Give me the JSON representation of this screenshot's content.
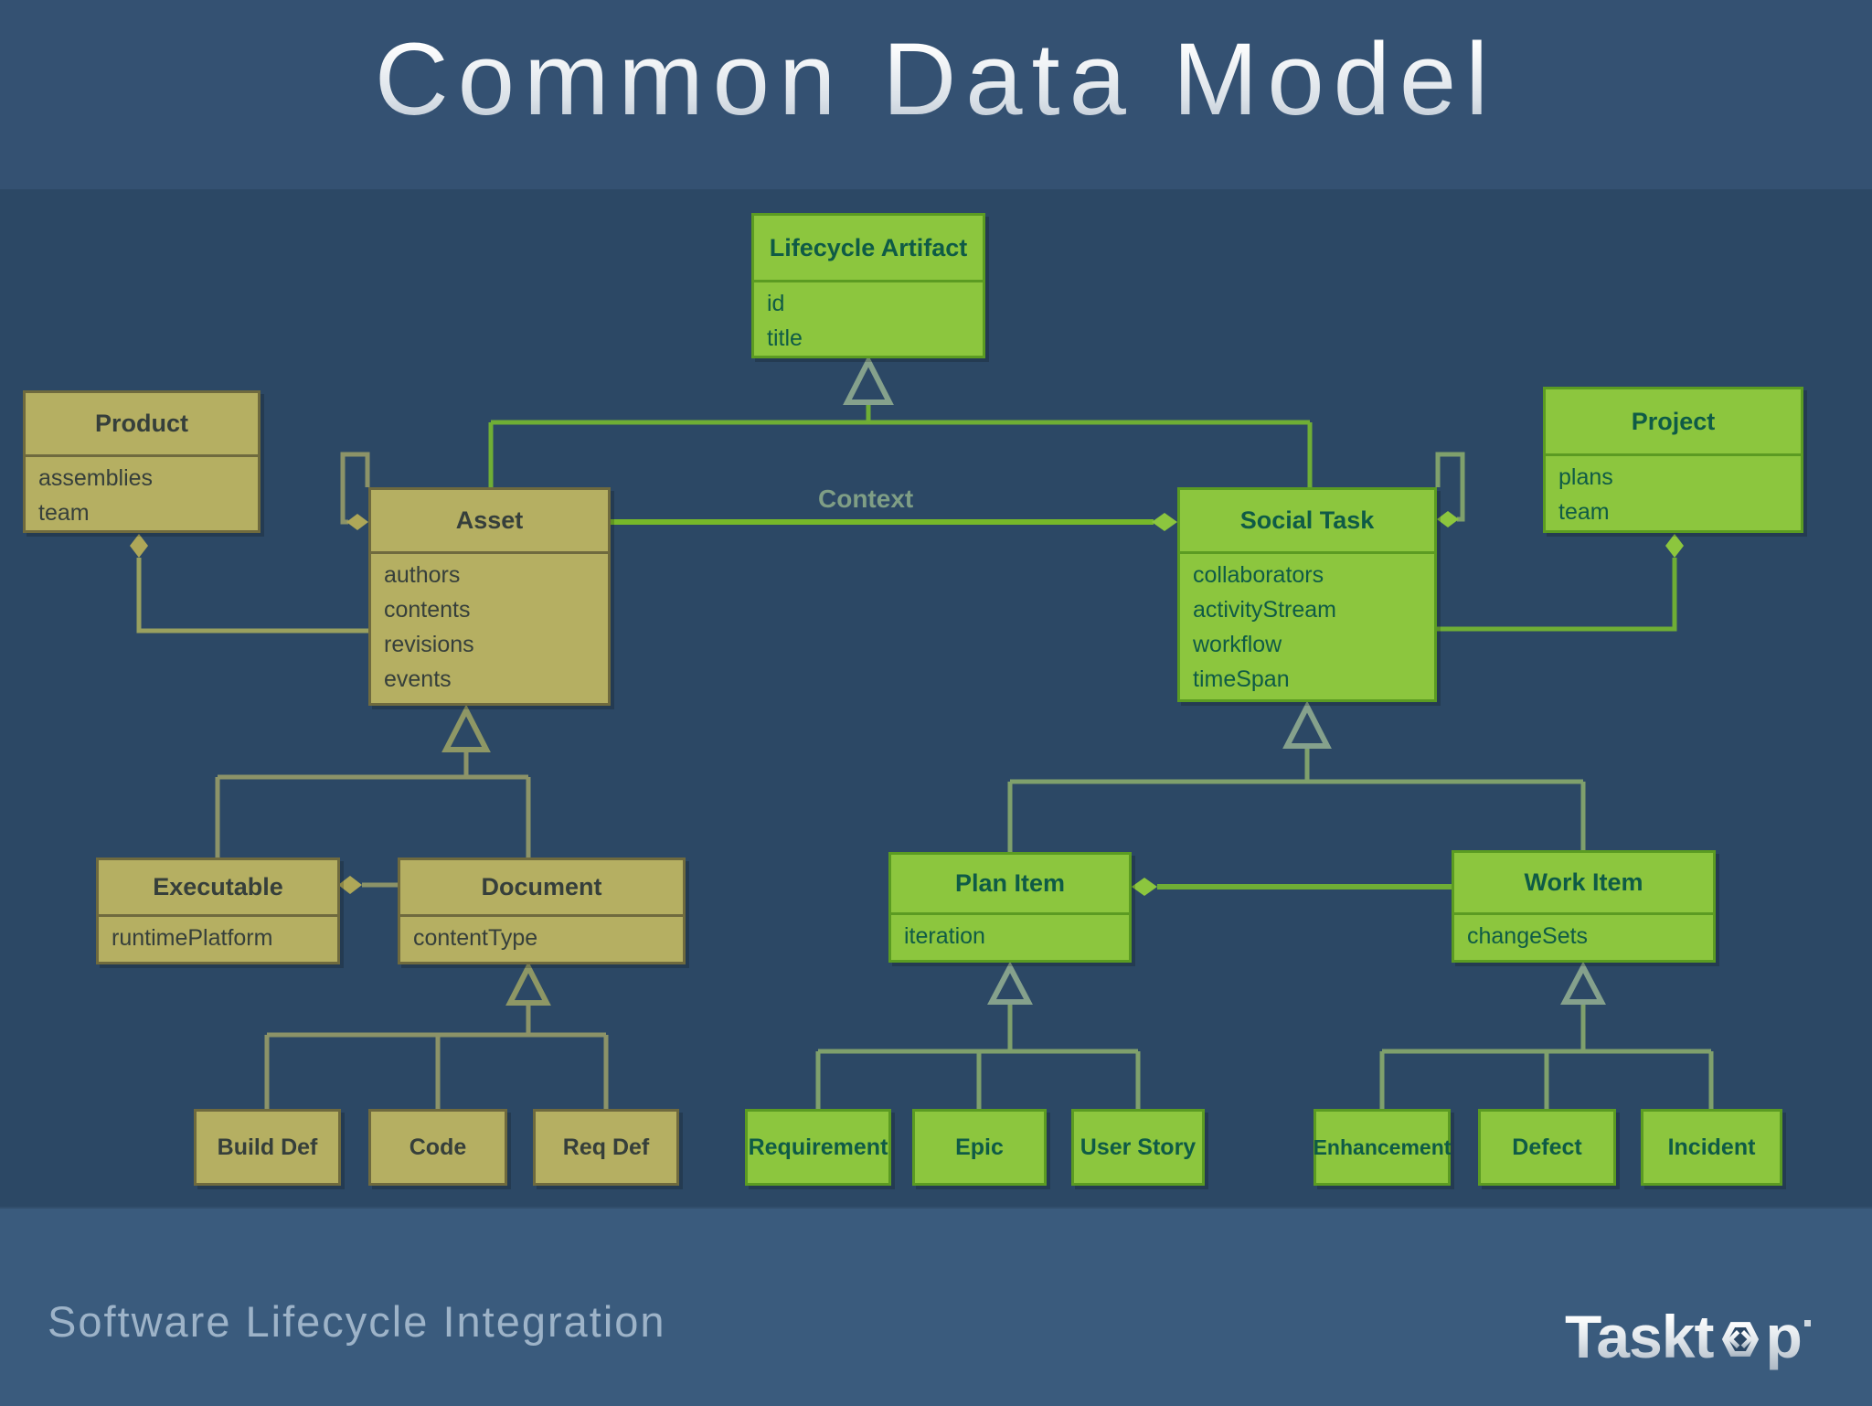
{
  "title": "Common Data Model",
  "labels": {
    "context": "Context"
  },
  "nodes": {
    "lifecycle_artifact": {
      "title": "Lifecycle Artifact",
      "attrs": [
        "id",
        "title"
      ]
    },
    "product": {
      "title": "Product",
      "attrs": [
        "assemblies",
        "team"
      ]
    },
    "project": {
      "title": "Project",
      "attrs": [
        "plans",
        "team"
      ]
    },
    "asset": {
      "title": "Asset",
      "attrs": [
        "authors",
        "contents",
        "revisions",
        "events"
      ]
    },
    "social_task": {
      "title": "Social Task",
      "attrs": [
        "collaborators",
        "activityStream",
        "workflow",
        "timeSpan"
      ]
    },
    "executable": {
      "title": "Executable",
      "attrs": [
        "runtimePlatform"
      ]
    },
    "document": {
      "title": "Document",
      "attrs": [
        "contentType"
      ]
    },
    "plan_item": {
      "title": "Plan Item",
      "attrs": [
        "iteration"
      ]
    },
    "work_item": {
      "title": "Work Item",
      "attrs": [
        "changeSets"
      ]
    },
    "build_def": {
      "title": "Build Def"
    },
    "code": {
      "title": "Code"
    },
    "req_def": {
      "title": "Req Def"
    },
    "requirement": {
      "title": "Requirement"
    },
    "epic": {
      "title": "Epic"
    },
    "user_story": {
      "title": "User Story"
    },
    "enhancement": {
      "title": "Enhancement"
    },
    "defect": {
      "title": "Defect"
    },
    "incident": {
      "title": "Incident"
    }
  },
  "footer": {
    "tagline": "Software Lifecycle Integration",
    "logo_prefix": "Taskt",
    "logo_suffix": "p"
  },
  "colors": {
    "bg_top": "#345172",
    "bg_diagram": "#2C4865",
    "bg_footer": "#3A5B7D",
    "green_fill": "#8CC63E",
    "green_border": "#5B9B22",
    "green_text": "#0F5B46",
    "green_line": "#6FAE35",
    "olive_fill": "#B5AF62",
    "olive_border": "#6F6A3E",
    "olive_text": "#363F3B",
    "olive_line": "#8C9368",
    "tree_green": "#7FA06C",
    "label_muted": "#7F9E85",
    "tagline": "#9DB3C8"
  }
}
